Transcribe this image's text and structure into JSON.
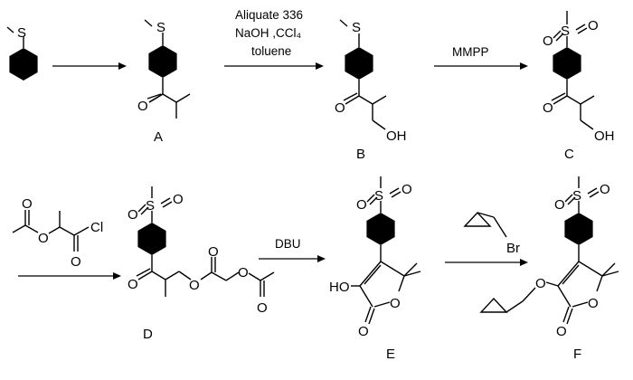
{
  "scheme": {
    "atoms": {
      "S": "S",
      "O": "O",
      "OH": "OH",
      "HO": "HO",
      "Cl": "Cl",
      "Br": "Br"
    },
    "compounds": [
      {
        "id": "thioanisole",
        "label": ""
      },
      {
        "id": "A",
        "label": "A"
      },
      {
        "id": "B",
        "label": "B"
      },
      {
        "id": "C",
        "label": "C"
      },
      {
        "id": "D",
        "label": "D"
      },
      {
        "id": "E",
        "label": "E"
      },
      {
        "id": "F",
        "label": "F"
      },
      {
        "id": "acyl-chloride",
        "label": ""
      },
      {
        "id": "cyclopropylmethyl-bromide",
        "label": ""
      }
    ],
    "reagents": {
      "step2_line1": "Aliquate 336",
      "step2_line2": "NaOH ,CCl₄",
      "step2_line3": "toluene",
      "step3": "MMPP",
      "step5": "DBU"
    }
  }
}
